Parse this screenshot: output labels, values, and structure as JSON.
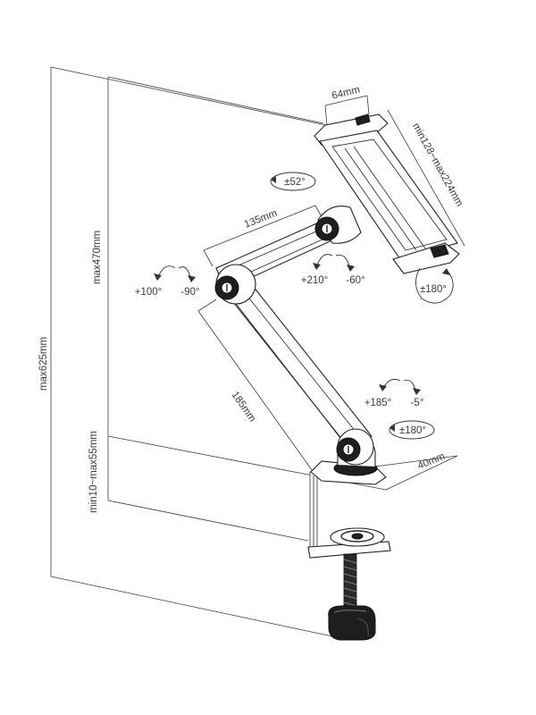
{
  "dimensions": {
    "overall_height": "max625mm",
    "arm_height": "max470mm",
    "clamp_range": "min10~max55mm",
    "upper_arm": "135mm",
    "lower_arm": "185mm",
    "clamp_width": "64mm",
    "holder_range": "min128~max224mm",
    "base_width": "40mm"
  },
  "rotations": {
    "head_tilt": "±52°",
    "elbow_left": "+100°",
    "elbow_right": "-90°",
    "upper_joint_left": "+210°",
    "upper_joint_right": "-60°",
    "holder_rotate": "±180°",
    "base_left": "+185°",
    "base_right": "-5°",
    "base_rotate": "±180°"
  },
  "colors": {
    "line": "#3a3a3a",
    "metal": "#1e1e1e",
    "background": "#ffffff"
  }
}
